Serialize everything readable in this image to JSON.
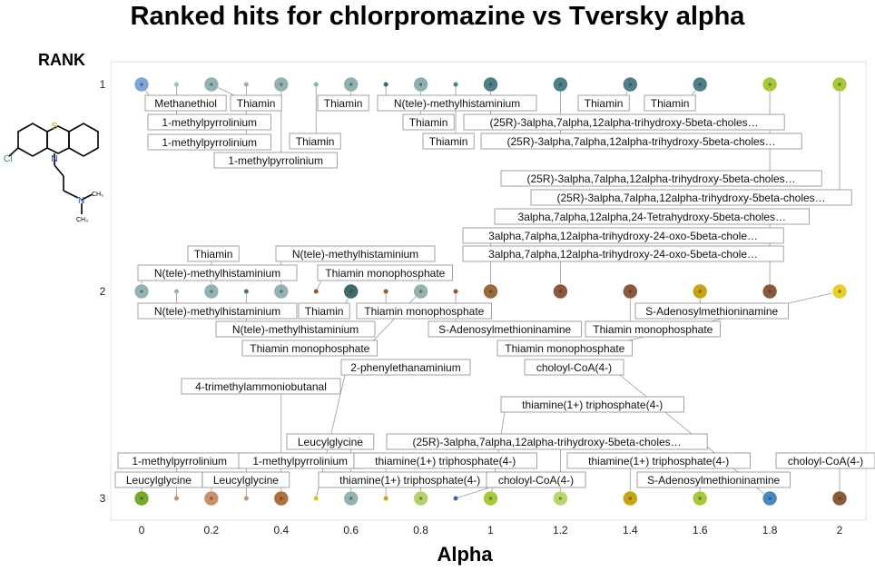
{
  "chart_data": {
    "type": "scatter",
    "title": "Ranked hits for chlorpromazine vs Tversky alpha",
    "xlabel": "Alpha",
    "ylabel": "RANK",
    "xlim": [
      0,
      2
    ],
    "ylim": [
      1,
      3
    ],
    "x_ticks": [
      "0",
      "0.2",
      "0.4",
      "0.6",
      "0.8",
      "1",
      "1.2",
      "1.4",
      "1.6",
      "1.8",
      "2"
    ],
    "y_ticks": [
      "1",
      "2",
      "3"
    ],
    "grid": false,
    "points": [
      {
        "x": 0,
        "y": 1,
        "color": "#7ea6d6",
        "label": "Methanethiol"
      },
      {
        "x": 0.1,
        "y": 1,
        "color": "#9fc0bf",
        "label": "1-methylpyrrolinium"
      },
      {
        "x": 0.2,
        "y": 1,
        "color": "#93b3b3",
        "label": "Thiamin"
      },
      {
        "x": 0.3,
        "y": 1,
        "color": "#93b3b3",
        "label": "1-methylpyrrolinium"
      },
      {
        "x": 0.4,
        "y": 1,
        "color": "#93b3b3",
        "label": "1-methylpyrrolinium"
      },
      {
        "x": 0.5,
        "y": 1,
        "color": "#8fb0b0",
        "label": "Thiamin"
      },
      {
        "x": 0.6,
        "y": 1,
        "color": "#8fb0b0",
        "label": "Thiamin"
      },
      {
        "x": 0.7,
        "y": 1,
        "color": "#2f6a73",
        "label": "N(tele)-methylhistaminium"
      },
      {
        "x": 0.8,
        "y": 1,
        "color": "#8fb0b0",
        "label": "Thiamin"
      },
      {
        "x": 0.9,
        "y": 1,
        "color": "#4e7f86",
        "label": "Thiamin"
      },
      {
        "x": 1,
        "y": 1,
        "color": "#4e7f86",
        "label": "(25R)-3alpha,7alpha,12alpha-trihydroxy-5beta-choles…"
      },
      {
        "x": 1.2,
        "y": 1,
        "color": "#4e7f86",
        "label": "(25R)-3alpha,7alpha,12alpha-trihydroxy-5beta-choles…"
      },
      {
        "x": 1.4,
        "y": 1,
        "color": "#4e7f86",
        "label": "Thiamin"
      },
      {
        "x": 1.6,
        "y": 1,
        "color": "#4e7f86",
        "label": "Thiamin"
      },
      {
        "x": 1.8,
        "y": 1,
        "color": "#a6c93a",
        "label": "(25R)-3alpha,7alpha,12alpha-trihydroxy-5beta-choles…"
      },
      {
        "x": 2,
        "y": 1,
        "color": "#a6c93a",
        "label": "(25R)-3alpha,7alpha,12alpha-trihydroxy-5beta-choles…"
      },
      {
        "x": 0,
        "y": 2,
        "color": "#93b3b3",
        "label": "N(tele)-methylhistaminium"
      },
      {
        "x": 0.1,
        "y": 2,
        "color": "#93b3b3",
        "label": "N(tele)-methylhistaminium"
      },
      {
        "x": 0.2,
        "y": 2,
        "color": "#93b3b3",
        "label": "Thiamin"
      },
      {
        "x": 0.3,
        "y": 2,
        "color": "#3f7878",
        "label": "N(tele)-methylhistaminium"
      },
      {
        "x": 0.4,
        "y": 2,
        "color": "#93b3b3",
        "label": "N(tele)-methylhistaminium"
      },
      {
        "x": 0.5,
        "y": 2,
        "color": "#a0522d",
        "label": "Thiamin monophosphate"
      },
      {
        "x": 0.6,
        "y": 2,
        "color": "#3f6a6a",
        "label": "Thiamin"
      },
      {
        "x": 0.7,
        "y": 2,
        "color": "#a0522d",
        "label": "Thiamin monophosphate"
      },
      {
        "x": 0.8,
        "y": 2,
        "color": "#93b3b3",
        "label": "Thiamin monophosphate"
      },
      {
        "x": 0.9,
        "y": 2,
        "color": "#a0522d",
        "label": "S-Adenosylmethioninamine"
      },
      {
        "x": 1,
        "y": 2,
        "color": "#9a6a3a",
        "label": "3alpha,7alpha,12alpha-trihydroxy-24-oxo-5beta-chole…"
      },
      {
        "x": 1.2,
        "y": 2,
        "color": "#8b5a3c",
        "label": "3alpha,7alpha,12alpha-trihydroxy-24-oxo-5beta-chole…"
      },
      {
        "x": 1.4,
        "y": 2,
        "color": "#8b5a3c",
        "label": "Thiamin monophosphate"
      },
      {
        "x": 1.6,
        "y": 2,
        "color": "#c8a415",
        "label": "S-Adenosylmethioninamine"
      },
      {
        "x": 1.8,
        "y": 2,
        "color": "#8b5a3c",
        "label": "3alpha,7alpha,12alpha,24-Tetrahydroxy-5beta-choles…"
      },
      {
        "x": 2,
        "y": 2,
        "color": "#e9cf2b",
        "label": "Thiamin monophosphate"
      },
      {
        "x": 0,
        "y": 3,
        "color": "#76a82a",
        "label": "Leucylglycine"
      },
      {
        "x": 0.1,
        "y": 3,
        "color": "#c9916b",
        "label": "1-methylpyrrolinium"
      },
      {
        "x": 0.2,
        "y": 3,
        "color": "#c9916b",
        "label": "Leucylglycine"
      },
      {
        "x": 0.3,
        "y": 3,
        "color": "#c9916b",
        "label": "1-methylpyrrolinium"
      },
      {
        "x": 0.4,
        "y": 3,
        "color": "#b0703e",
        "label": "4-trimethylammoniobutanal"
      },
      {
        "x": 0.5,
        "y": 3,
        "color": "#d4c42a",
        "label": "2-phenylethanaminium"
      },
      {
        "x": 0.6,
        "y": 3,
        "color": "#93b3b3",
        "label": "Leucylglycine"
      },
      {
        "x": 0.7,
        "y": 3,
        "color": "#c8a415",
        "label": "thiamine(1+) triphosphate(4-)"
      },
      {
        "x": 0.8,
        "y": 3,
        "color": "#b8d06a",
        "label": "thiamine(1+) triphosphate(4-)"
      },
      {
        "x": 0.9,
        "y": 3,
        "color": "#3a66b0",
        "label": "choloyl-CoA(4-)"
      },
      {
        "x": 1,
        "y": 3,
        "color": "#a6c93a",
        "label": "thiamine(1+) triphosphate(4-)"
      },
      {
        "x": 1.2,
        "y": 3,
        "color": "#b8d66a",
        "label": "(25R)-3alpha,7alpha,12alpha-trihydroxy-5beta-choles…"
      },
      {
        "x": 1.4,
        "y": 3,
        "color": "#c8a415",
        "label": "thiamine(1+) triphosphate(4-)"
      },
      {
        "x": 1.6,
        "y": 3,
        "color": "#a6c93a",
        "label": "S-Adenosylmethioninamine"
      },
      {
        "x": 1.8,
        "y": 3,
        "color": "#4a86c0",
        "label": "choloyl-CoA(4-)"
      },
      {
        "x": 2,
        "y": 3,
        "color": "#8b5a3c",
        "label": "choloyl-CoA(4-)"
      }
    ]
  }
}
